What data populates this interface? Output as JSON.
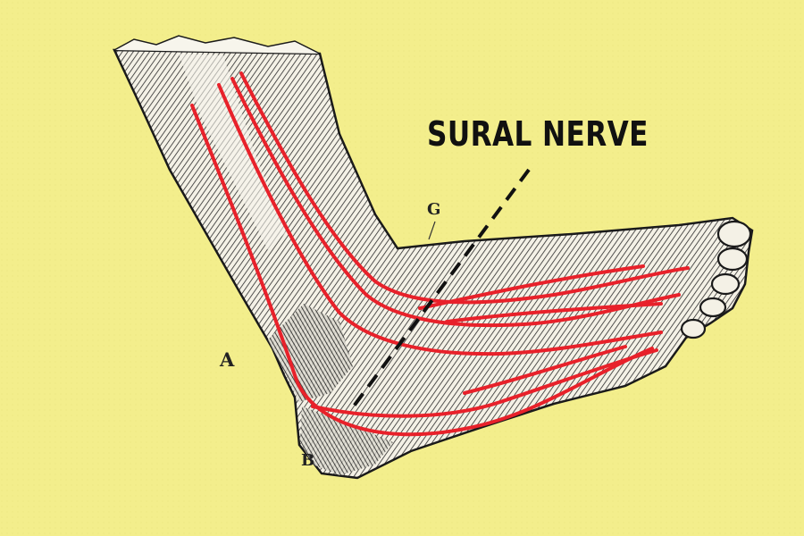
{
  "callout": {
    "title": "SURAL NERVE"
  },
  "engraving_labels": {
    "a": "A",
    "b": "B",
    "c": "G"
  },
  "colors": {
    "background": "#f3ee8c",
    "nerve": "#e8212a",
    "ink": "#1a1a1a"
  }
}
